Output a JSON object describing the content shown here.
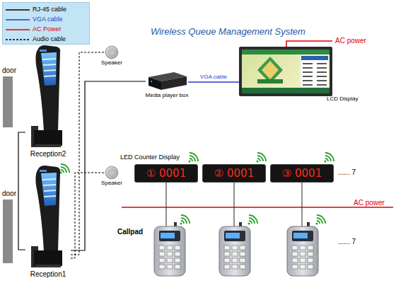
{
  "diagram": {
    "title": "Wireless Queue Management System",
    "nodes": [
      {
        "text": [
          "Reception2"
        ]
      },
      {
        "text": [
          "Speaker"
        ]
      },
      {
        "text": [
          "Media player box"
        ]
      },
      {
        "text": [
          "LCD Display"
        ]
      },
      {
        "text": [
          "Reception1"
        ]
      },
      {
        "text": [
          "Speaker"
        ]
      },
      {
        "text": [
          "① 0001"
        ]
      },
      {
        "text": [
          "② 0001"
        ]
      },
      {
        "text": [
          "③ 0001"
        ]
      },
      {
        "text": [
          "Callpad"
        ]
      }
    ],
    "edges": [
      {
        "from": 0,
        "to": 4,
        "arrow": "none"
      },
      {
        "from": 4,
        "to": 1,
        "arrow": "none"
      },
      {
        "from": 4,
        "to": 5,
        "arrow": "none"
      },
      {
        "from": 4,
        "to": 2,
        "arrow": "none"
      },
      {
        "from": 2,
        "to": 3,
        "label": "VGA cable",
        "arrow": "none"
      }
    ],
    "labels": [
      "door",
      "AC power",
      "door",
      "LED Counter Display",
      "...... 7",
      "AC power",
      "...... 7"
    ],
    "legend": [
      {
        "text": "RJ-45 cable"
      },
      {
        "text": "VGA cable"
      },
      {
        "text": "AC Power"
      },
      {
        "text": "Audio cable"
      }
    ]
  }
}
